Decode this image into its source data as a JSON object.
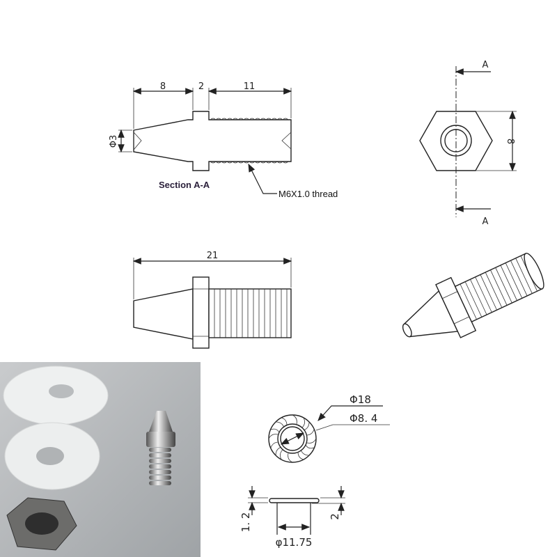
{
  "section_view": {
    "dim_cone": "8",
    "dim_collar": "2",
    "dim_thread": "11",
    "dim_bore": "Φ3",
    "title": "Section A-A",
    "thread_callout": "M6X1.0 thread"
  },
  "end_view": {
    "section_mark_top": "A",
    "section_mark_bottom": "A",
    "dim_hex": "8"
  },
  "side_view": {
    "dim_length": "21"
  },
  "washer": {
    "dim_outer": "Φ18",
    "dim_inner": "Φ8. 4",
    "dim_flange": "1. 2",
    "dim_height": "2",
    "dim_tube": "φ11.75"
  }
}
